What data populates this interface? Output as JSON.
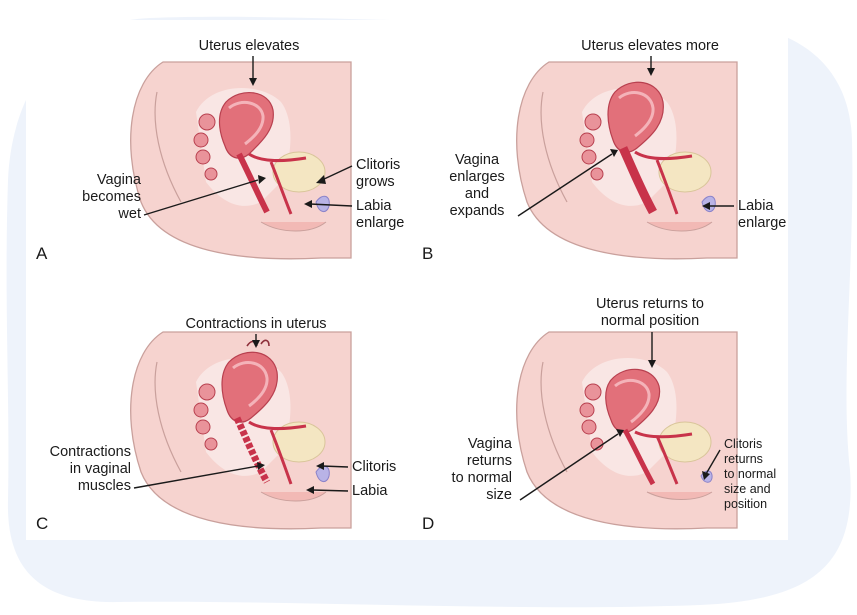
{
  "colors": {
    "background_wash": "#eef3fb",
    "skin": "#f6d3cf",
    "skin_outline": "#c9a09c",
    "organ": "#e2707a",
    "organ_dark": "#c8334a",
    "bladder": "#f4e6c2",
    "clitoris": "#b9b3e6",
    "ink": "#1a1a1a"
  },
  "panels": [
    {
      "letter": "A",
      "top_label": "Uterus elevates",
      "left_label": [
        "Vagina",
        "becomes",
        "wet"
      ],
      "right_label_1": [
        "Clitoris",
        "grows"
      ],
      "right_label_2": [
        "Labia",
        "enlarge"
      ]
    },
    {
      "letter": "B",
      "top_label": "Uterus elevates more",
      "left_label": [
        "Vagina",
        "enlarges",
        "and",
        "expands"
      ],
      "right_label_1": [],
      "right_label_2": [
        "Labia",
        "enlarge"
      ]
    },
    {
      "letter": "C",
      "top_label": "Contractions in uterus",
      "left_label": [
        "Contractions",
        "in vaginal",
        "muscles"
      ],
      "right_label_1": [
        "Clitoris"
      ],
      "right_label_2": [
        "Labia"
      ]
    },
    {
      "letter": "D",
      "top_label": [
        "Uterus returns to",
        "normal position"
      ],
      "left_label": [
        "Vagina",
        "returns",
        "to normal",
        "size"
      ],
      "right_label_1": [
        "Clitoris",
        "returns",
        "to normal",
        "size and",
        "position"
      ],
      "right_label_2": []
    }
  ]
}
